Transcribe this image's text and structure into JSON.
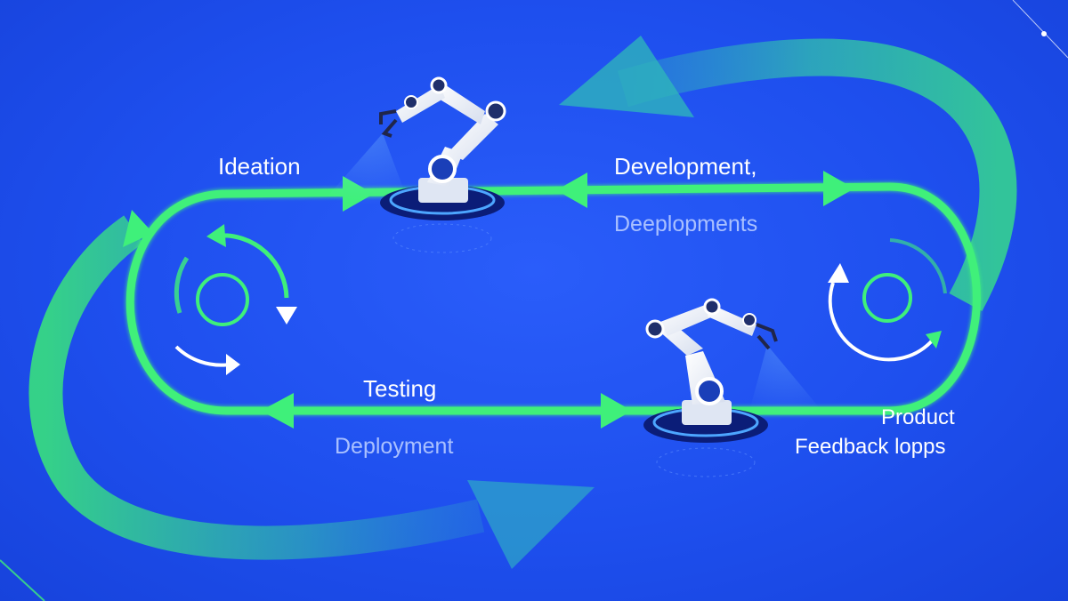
{
  "diagram": {
    "labels": {
      "ideation": "Ideation",
      "development": "Development,",
      "deeplopments": "Deeplopments",
      "testing": "Testing",
      "deployment": "Deployment",
      "product": "Product",
      "feedback_loops": "Feedback lopps"
    },
    "icons": {
      "robot_arm_top": "robot-arm-icon",
      "robot_arm_bottom": "robot-arm-icon",
      "cycle_left": "refresh-cycle-icon",
      "cycle_right": "refresh-cycle-icon"
    },
    "colors": {
      "background": "#1e4fee",
      "loop_track": "#3ff07a",
      "outer_arrows": "#35d98a",
      "robot_body": "#f2f5fb",
      "robot_joint": "#1a3fb8",
      "pedestal": "#0b1d78",
      "label_main": "#ffffff",
      "label_sub": "#a9c0ff"
    }
  }
}
